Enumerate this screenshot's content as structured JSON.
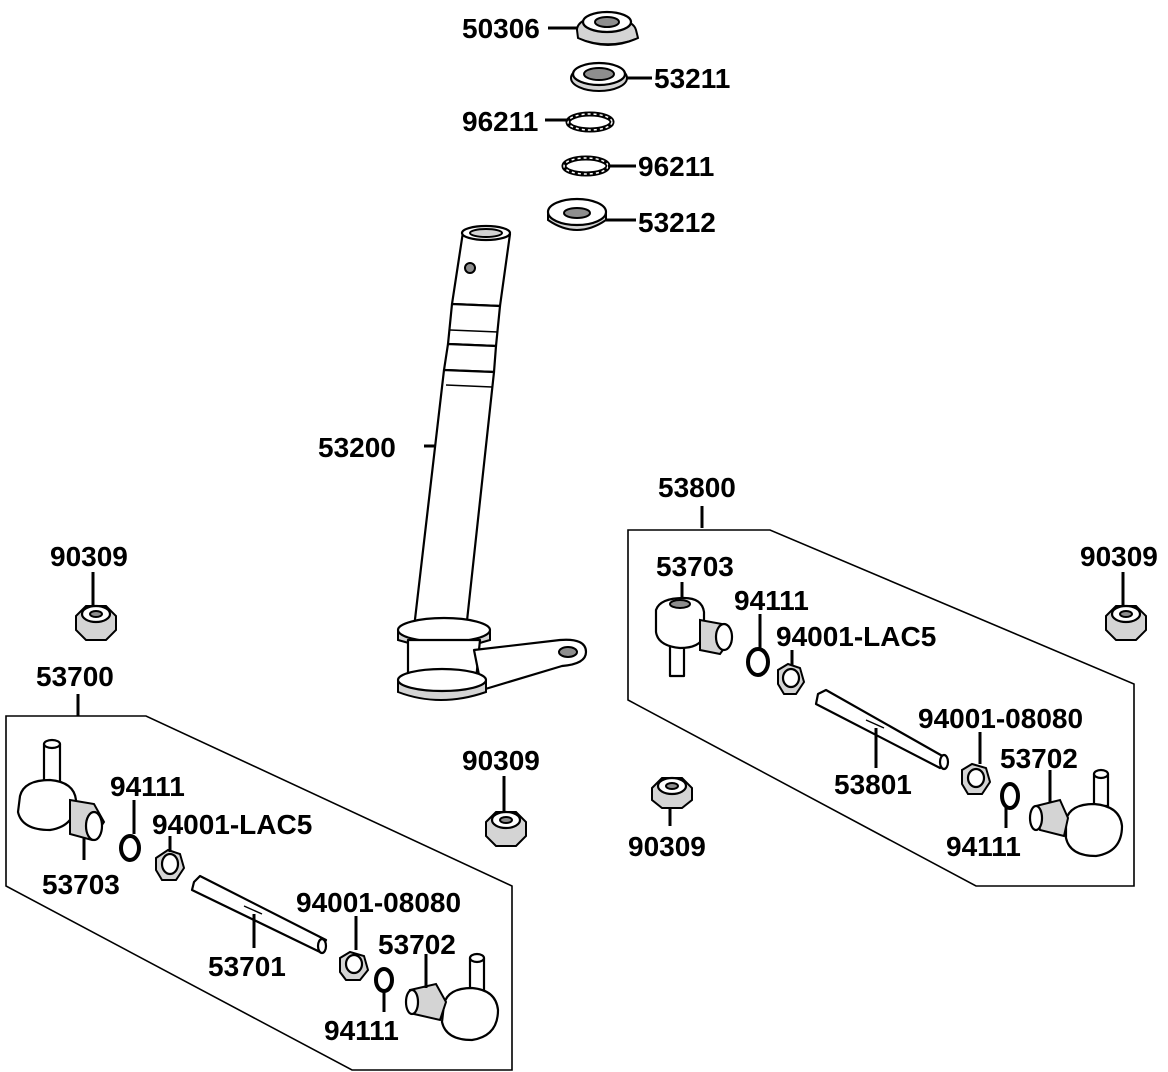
{
  "diagram": {
    "labels": {
      "p50306": "50306",
      "p53211": "53211",
      "p96211_a": "96211",
      "p96211_b": "96211",
      "p53212": "53212",
      "p53200": "53200",
      "p53800": "53800",
      "p90309_left": "90309",
      "p90309_right": "90309",
      "p90309_center": "90309",
      "p90309_lower": "90309",
      "p53700": "53700",
      "p53703_right": "53703",
      "p94111_right_top": "94111",
      "p94001_LAC5_right": "94001-LAC5",
      "p94001_08080_right": "94001-08080",
      "p53702_right": "53702",
      "p53801": "53801",
      "p94111_right_bottom": "94111",
      "p94111_left_top": "94111",
      "p94001_LAC5_left": "94001-LAC5",
      "p53703_left": "53703",
      "p94001_08080_left": "94001-08080",
      "p53702_left": "53702",
      "p53701": "53701",
      "p94111_left_bottom": "94111"
    }
  }
}
